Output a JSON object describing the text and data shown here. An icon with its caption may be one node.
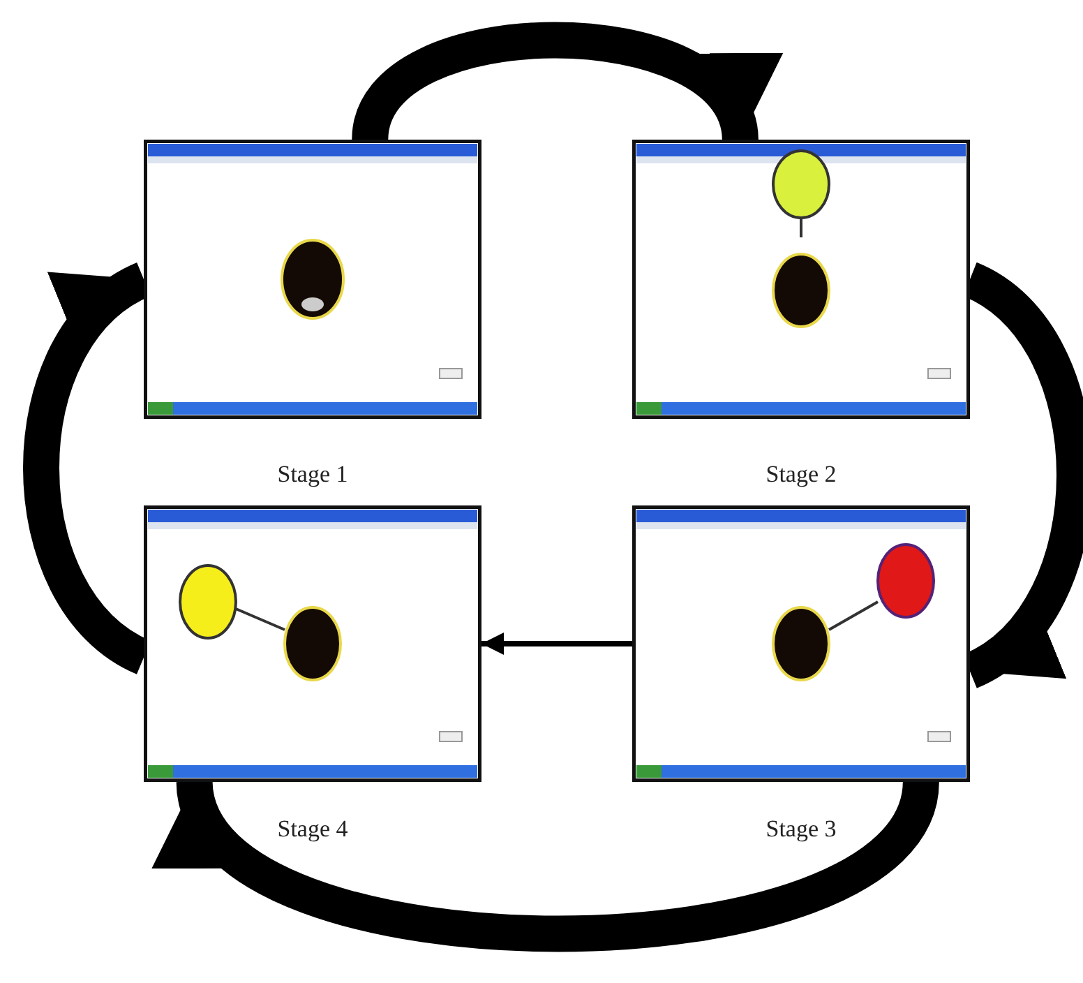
{
  "diagram": {
    "nodes": [
      {
        "text": [],
        "shape": "picture"
      },
      {
        "text": [],
        "shape": "picture"
      },
      {
        "text": [],
        "shape": "picture"
      },
      {
        "text": [],
        "shape": "picture"
      }
    ],
    "edges": [
      {
        "from": 0,
        "to": 1,
        "arrow": "to"
      },
      {
        "from": 1,
        "to": 3,
        "arrow": "to"
      },
      {
        "from": 3,
        "to": 2,
        "arrow": "to"
      },
      {
        "from": 3,
        "to": 2,
        "arrow": "to"
      },
      {
        "from": 2,
        "to": 0,
        "arrow": "to"
      }
    ],
    "labels": [
      "Stage 1",
      "Stage 2",
      "Stage 4",
      "Stage 3"
    ]
  }
}
